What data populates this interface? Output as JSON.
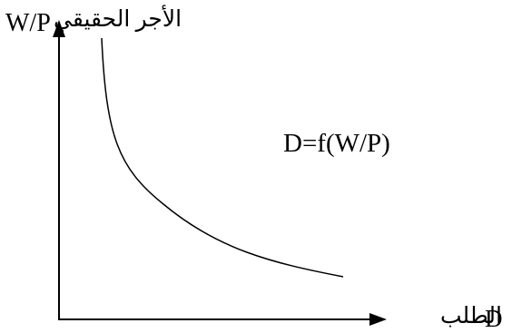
{
  "diagram": {
    "y_axis_symbol": "W/P",
    "y_axis_label": "الأجر الحقيقي",
    "x_axis_symbol": "D",
    "x_axis_label": "الطلب",
    "curve_label": "D=f(W/P)",
    "colors": {
      "ink": "#000000",
      "background": "#ffffff"
    },
    "shapes": {
      "curve": "downward-sloping convex demand curve",
      "axes": "two perpendicular axes with arrowheads"
    }
  }
}
